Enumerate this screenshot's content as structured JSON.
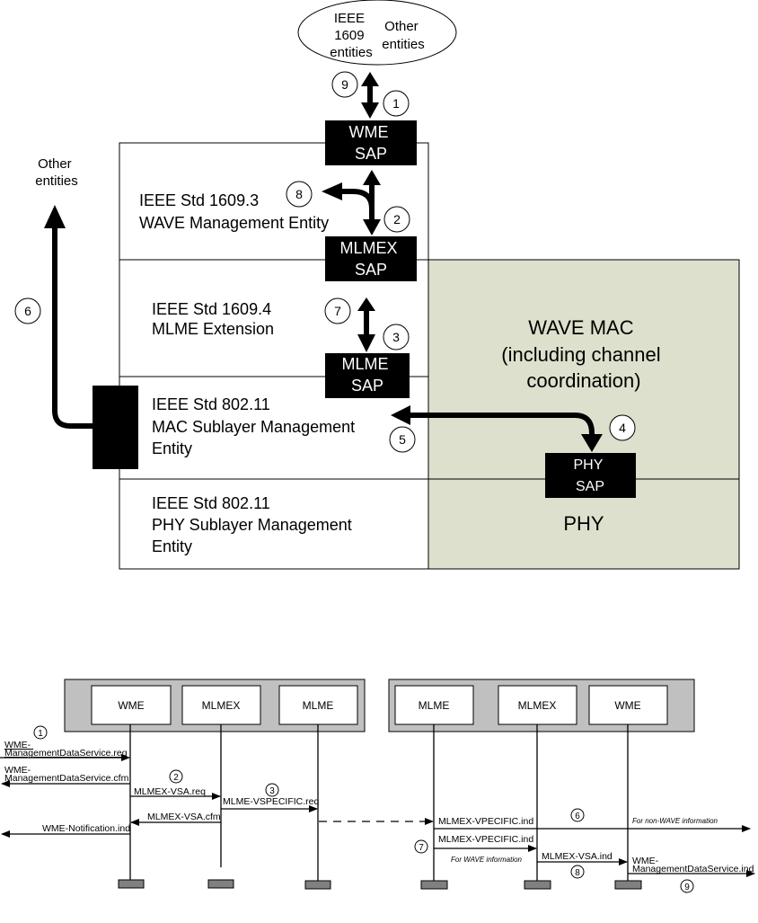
{
  "top_diagram": {
    "ellipse": {
      "left_label": [
        "IEEE",
        "1609",
        "entities"
      ],
      "right_label": [
        "Other",
        "entities"
      ]
    },
    "other_entities_label": [
      "Other",
      "entities"
    ],
    "layers": [
      {
        "id": "wme",
        "label": [
          "IEEE Std 1609.3",
          "WAVE Management Entity"
        ]
      },
      {
        "id": "mlmex",
        "label": [
          "IEEE Std 1609.4",
          "MLME Extension"
        ]
      },
      {
        "id": "mlme",
        "label": [
          "IEEE Std 802.11",
          "MAC Sublayer Management",
          "Entity"
        ]
      },
      {
        "id": "plme",
        "label": [
          "IEEE Std 802.11",
          "PHY Sublayer Management",
          "Entity"
        ]
      }
    ],
    "wave_mac_label": [
      "WAVE MAC",
      "(including channel",
      "coordination)"
    ],
    "phy_label": "PHY",
    "saps": [
      {
        "id": "wme-sap",
        "label": [
          "WME",
          "SAP"
        ]
      },
      {
        "id": "mlmex-sap",
        "label": [
          "MLMEX",
          "SAP"
        ]
      },
      {
        "id": "mlme-sap",
        "label": [
          "MLME",
          "SAP"
        ]
      },
      {
        "id": "phy-sap",
        "label": [
          "PHY",
          "SAP"
        ]
      }
    ],
    "step_numbers": [
      "1",
      "2",
      "3",
      "4",
      "5",
      "6",
      "7",
      "8",
      "9"
    ],
    "colors": {
      "wave_fill": "#dde0cc",
      "sap_fill": "#000000"
    }
  },
  "sequence_diagram": {
    "left_group": [
      "WME",
      "MLMEX",
      "MLME"
    ],
    "right_group": [
      "MLME",
      "MLMEX",
      "WME"
    ],
    "messages": {
      "m1": [
        "WME-",
        "ManagementDataService.req"
      ],
      "m1cfm": [
        "WME-",
        "ManagementDataService.cfm"
      ],
      "m2": "MLMEX-VSA.req",
      "m3": "MLME-VSPECIFIC.req",
      "m2cfm": "MLMEX-VSA.cfm",
      "notif": "WME-Notification.ind",
      "m6": "MLMEX-VPECIFIC.ind",
      "m6note": "For non-WAVE information",
      "m7": "MLMEX-VPECIFIC.ind",
      "m7note": "For WAVE information",
      "m8": "MLMEX-VSA.ind",
      "m9": [
        "WME-",
        "ManagementDataService.ind"
      ]
    },
    "step_numbers": [
      "1",
      "2",
      "3",
      "6",
      "7",
      "8",
      "9"
    ],
    "colors": {
      "group_fill": "#c0c0c0",
      "foot_fill": "#808080"
    }
  }
}
